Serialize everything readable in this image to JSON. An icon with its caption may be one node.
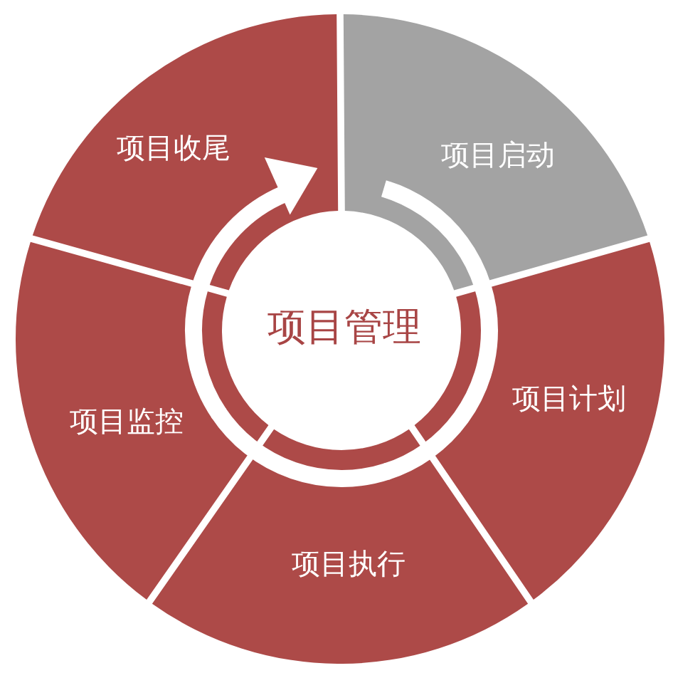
{
  "diagram": {
    "nodes": [
      {
        "text": [
          "项目管理"
        ]
      },
      {
        "text": [
          "项目启动"
        ]
      },
      {
        "text": [
          "项目计划"
        ]
      },
      {
        "text": [
          "项目执行"
        ]
      },
      {
        "text": [
          "项目监控"
        ]
      },
      {
        "text": [
          "项目收尾"
        ]
      }
    ],
    "edges": [
      {
        "from": 1,
        "to": 2,
        "arrow": "none"
      },
      {
        "from": 2,
        "to": 3,
        "arrow": "none"
      },
      {
        "from": 3,
        "to": 4,
        "arrow": "none"
      },
      {
        "from": 4,
        "to": 5,
        "arrow": "to"
      }
    ]
  }
}
